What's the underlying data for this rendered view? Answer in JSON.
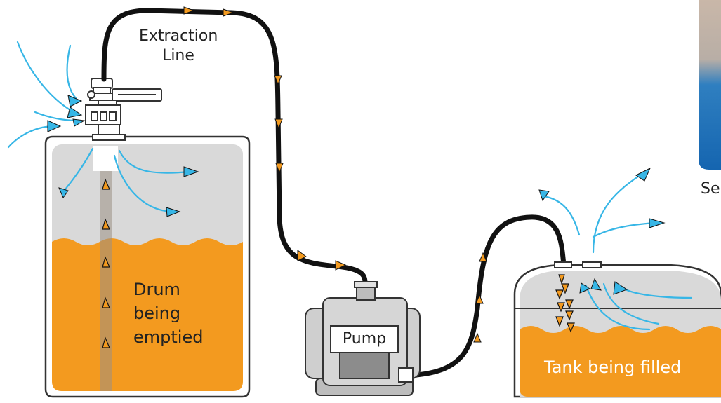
{
  "labels": {
    "extraction_line_1": "Extraction",
    "extraction_line_2": "Line",
    "drum_line_1": "Drum",
    "drum_line_2": "being",
    "drum_line_3": "emptied",
    "pump": "Pump",
    "tank": "Tank being filled",
    "cut_off_text": "Se"
  },
  "colors": {
    "liquid": "#f39a1f",
    "air": "#37b6e6",
    "hose": "#111111",
    "vapor": "#d9d9d9",
    "outline": "#333333"
  }
}
